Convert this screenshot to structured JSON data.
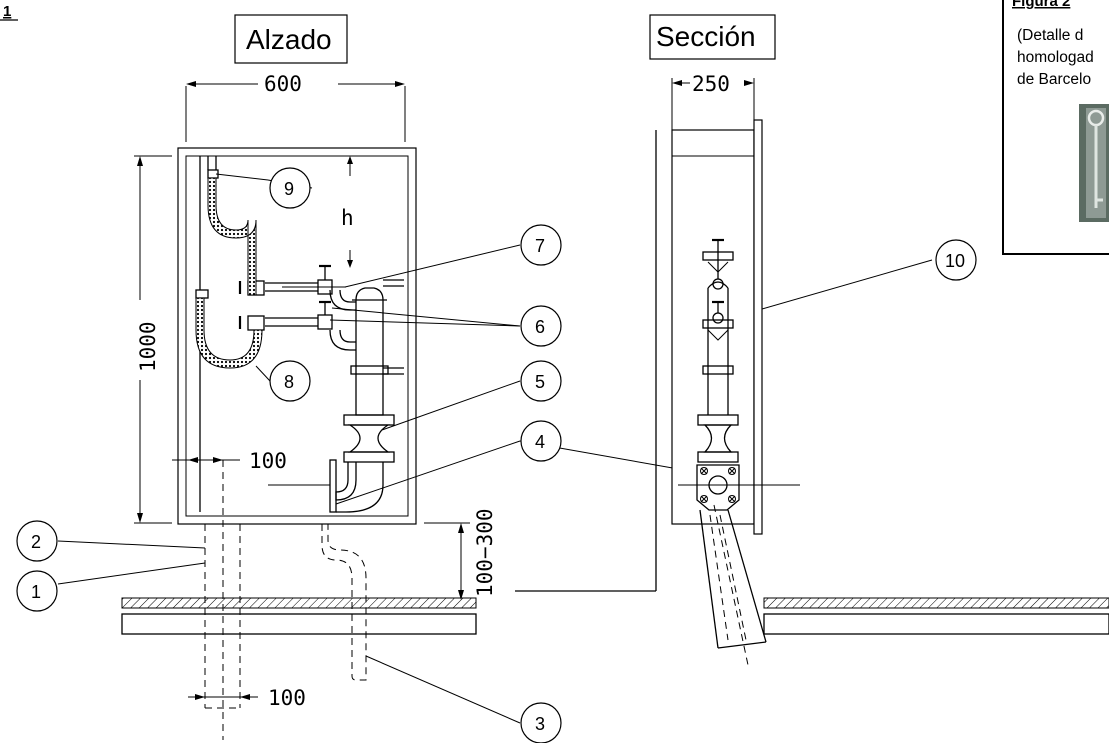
{
  "figure_ref": "1",
  "alzado": {
    "title": "Alzado"
  },
  "seccion": {
    "title": "Sección"
  },
  "dimensions": {
    "width": "600",
    "height": "1000",
    "depth": "250",
    "pipe_offset": "100",
    "pipe_width": "100",
    "floor_gap": "100−300",
    "h": "h"
  },
  "callouts": [
    "1",
    "2",
    "3",
    "4",
    "5",
    "6",
    "7",
    "8",
    "9",
    "10"
  ],
  "inset": {
    "title": "Figura 2",
    "lines": [
      "(Detalle d",
      "homologad",
      "de Barcelo"
    ]
  },
  "colors": {
    "line": "#000000",
    "background": "#ffffff",
    "hatch": "#000000"
  }
}
